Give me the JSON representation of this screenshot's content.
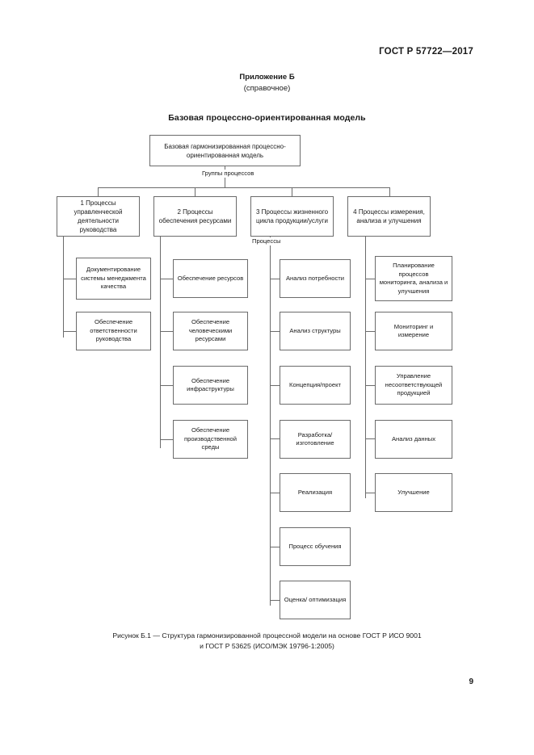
{
  "document": {
    "standard_header": "ГОСТ Р 57722—2017",
    "page_number": "9"
  },
  "annex": {
    "title": "Приложение Б",
    "subtitle": "(справочное)",
    "model_title": "Базовая процессно-ориентированная модель"
  },
  "diagram": {
    "root": {
      "label": "Базовая гармонизированная процессно-ориентированная модель"
    },
    "edge_labels": {
      "groups": "Группы процессов",
      "processes": "Процессы"
    },
    "columns": [
      {
        "group": "1 Процессы управленческой деятельности руководства",
        "items": [
          "Документирование системы менеджмента качества",
          "Обеспечение ответственности руководства"
        ]
      },
      {
        "group": "2 Процессы обеспечения ресурсами",
        "items": [
          "Обеспечение ресурсов",
          "Обеспечение человеческими ресурсами",
          "Обеспечение инфраструктуры",
          "Обеспечение производственной среды"
        ]
      },
      {
        "group": "3 Процессы жизненного цикла продукции/услуги",
        "items": [
          "Анализ потребности",
          "Анализ структуры",
          "Концепция/проект",
          "Разработка/ изготовление",
          "Реализация",
          "Процесс обучения",
          "Оценка/ оптимизация"
        ]
      },
      {
        "group": "4 Процессы измерения, анализа и улучшения",
        "items": [
          "Планирование процессов мониторинга, анализа и улучшения",
          "Мониторинг и измерение",
          "Управление несоответствующей продукцией",
          "Анализ данных",
          "Улучшение"
        ]
      }
    ]
  },
  "figure": {
    "caption_line1": "Рисунок Б.1 — Структура гармонизированной процессной модели на основе ГОСТ Р ИСО 9001",
    "caption_line2": "и ГОСТ Р 53625 (ИСО/МЭК 19796-1:2005)"
  },
  "colors": {
    "line": "#6b6b6b",
    "text": "#1a1a1a",
    "background": "#ffffff"
  }
}
